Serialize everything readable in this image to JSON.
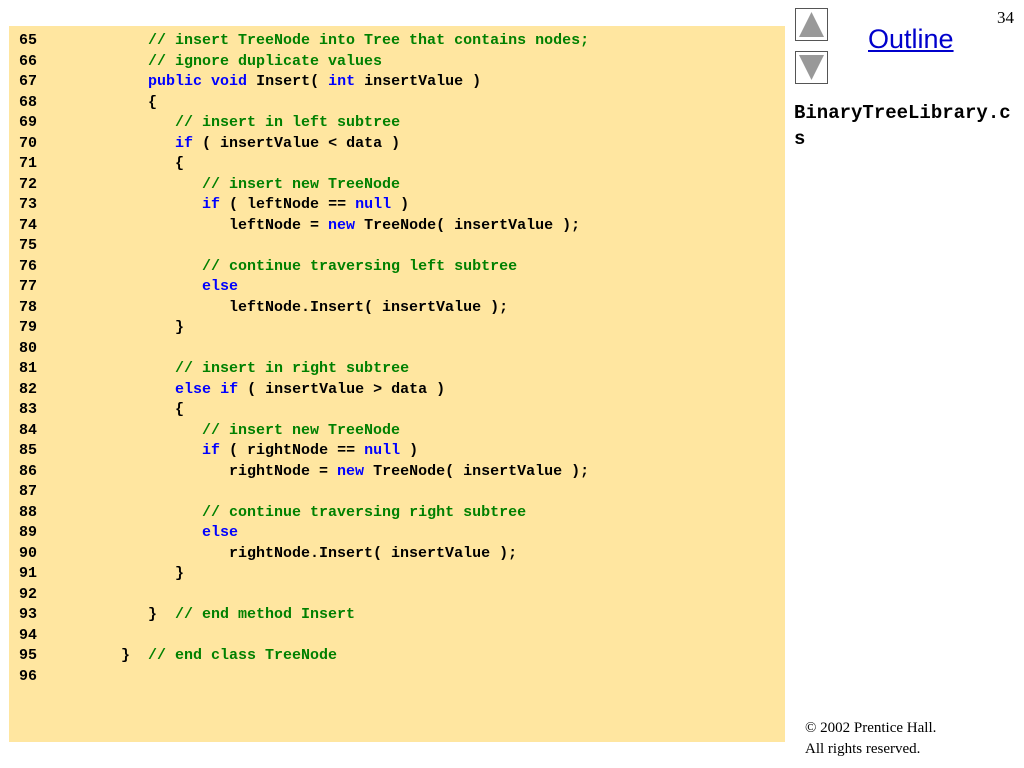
{
  "slide": {
    "page_number": "34"
  },
  "nav": {
    "outline_label": "Outline"
  },
  "file": {
    "name": "BinaryTreeLibrary.cs"
  },
  "copyright": {
    "line1": "© 2002 Prentice Hall.",
    "line2": "All rights reserved."
  },
  "code": [
    {
      "n": "65",
      "parts": [
        [
          "",
          "         "
        ],
        [
          "cm",
          "// insert TreeNode into Tree that contains nodes;"
        ]
      ]
    },
    {
      "n": "66",
      "parts": [
        [
          "",
          "         "
        ],
        [
          "cm",
          "// ignore duplicate values"
        ]
      ]
    },
    {
      "n": "67",
      "parts": [
        [
          "",
          "         "
        ],
        [
          "kw",
          "public"
        ],
        [
          "",
          " "
        ],
        [
          "kw",
          "void"
        ],
        [
          "",
          " Insert( "
        ],
        [
          "kw",
          "int"
        ],
        [
          "",
          " insertValue )"
        ]
      ]
    },
    {
      "n": "68",
      "parts": [
        [
          "",
          "         {"
        ]
      ]
    },
    {
      "n": "69",
      "parts": [
        [
          "",
          "            "
        ],
        [
          "cm",
          "// insert in left subtree"
        ]
      ]
    },
    {
      "n": "70",
      "parts": [
        [
          "",
          "            "
        ],
        [
          "kw",
          "if"
        ],
        [
          "",
          " ( insertValue < data )"
        ]
      ]
    },
    {
      "n": "71",
      "parts": [
        [
          "",
          "            {"
        ]
      ]
    },
    {
      "n": "72",
      "parts": [
        [
          "",
          "               "
        ],
        [
          "cm",
          "// insert new TreeNode"
        ]
      ]
    },
    {
      "n": "73",
      "parts": [
        [
          "",
          "               "
        ],
        [
          "kw",
          "if"
        ],
        [
          "",
          " ( leftNode == "
        ],
        [
          "kw",
          "null"
        ],
        [
          "",
          " )"
        ]
      ]
    },
    {
      "n": "74",
      "parts": [
        [
          "",
          "                  leftNode = "
        ],
        [
          "kw",
          "new"
        ],
        [
          "",
          " TreeNode( insertValue );"
        ]
      ]
    },
    {
      "n": "75",
      "parts": []
    },
    {
      "n": "76",
      "parts": [
        [
          "",
          "               "
        ],
        [
          "cm",
          "// continue traversing left subtree"
        ]
      ]
    },
    {
      "n": "77",
      "parts": [
        [
          "",
          "               "
        ],
        [
          "kw",
          "else"
        ]
      ]
    },
    {
      "n": "78",
      "parts": [
        [
          "",
          "                  leftNode.Insert( insertValue );"
        ]
      ]
    },
    {
      "n": "79",
      "parts": [
        [
          "",
          "            }"
        ]
      ]
    },
    {
      "n": "80",
      "parts": []
    },
    {
      "n": "81",
      "parts": [
        [
          "",
          "            "
        ],
        [
          "cm",
          "// insert in right subtree"
        ]
      ]
    },
    {
      "n": "82",
      "parts": [
        [
          "",
          "            "
        ],
        [
          "kw",
          "else"
        ],
        [
          "",
          " "
        ],
        [
          "kw",
          "if"
        ],
        [
          "",
          " ( insertValue > data )"
        ]
      ]
    },
    {
      "n": "83",
      "parts": [
        [
          "",
          "            {"
        ]
      ]
    },
    {
      "n": "84",
      "parts": [
        [
          "",
          "               "
        ],
        [
          "cm",
          "// insert new TreeNode"
        ]
      ]
    },
    {
      "n": "85",
      "parts": [
        [
          "",
          "               "
        ],
        [
          "kw",
          "if"
        ],
        [
          "",
          " ( rightNode == "
        ],
        [
          "kw",
          "null"
        ],
        [
          "",
          " )"
        ]
      ]
    },
    {
      "n": "86",
      "parts": [
        [
          "",
          "                  rightNode = "
        ],
        [
          "kw",
          "new"
        ],
        [
          "",
          " TreeNode( insertValue );"
        ]
      ]
    },
    {
      "n": "87",
      "parts": []
    },
    {
      "n": "88",
      "parts": [
        [
          "",
          "               "
        ],
        [
          "cm",
          "// continue traversing right subtree"
        ]
      ]
    },
    {
      "n": "89",
      "parts": [
        [
          "",
          "               "
        ],
        [
          "kw",
          "else"
        ]
      ]
    },
    {
      "n": "90",
      "parts": [
        [
          "",
          "                  rightNode.Insert( insertValue );"
        ]
      ]
    },
    {
      "n": "91",
      "parts": [
        [
          "",
          "            }"
        ]
      ]
    },
    {
      "n": "92",
      "parts": []
    },
    {
      "n": "93",
      "parts": [
        [
          "",
          "         }  "
        ],
        [
          "cm",
          "// end method Insert"
        ]
      ]
    },
    {
      "n": "94",
      "parts": []
    },
    {
      "n": "95",
      "parts": [
        [
          "",
          "      }  "
        ],
        [
          "cm",
          "// end class TreeNode"
        ]
      ]
    },
    {
      "n": "96",
      "parts": []
    }
  ],
  "colors": {
    "panel_background": "#ffe6a0",
    "keyword": "#0000ff",
    "comment": "#008000"
  }
}
